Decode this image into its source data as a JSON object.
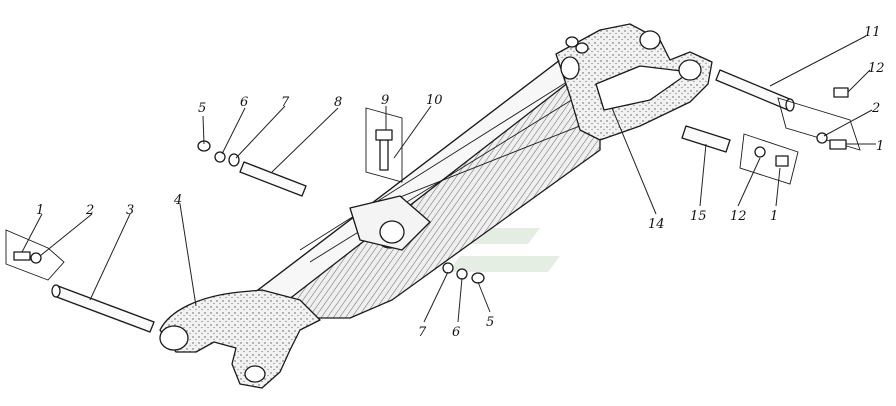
{
  "diagram": {
    "callouts": [
      {
        "id": "c1-left",
        "label": "1"
      },
      {
        "id": "c2-left",
        "label": "2"
      },
      {
        "id": "c3",
        "label": "3"
      },
      {
        "id": "c4",
        "label": "4"
      },
      {
        "id": "c5-top",
        "label": "5"
      },
      {
        "id": "c6-top",
        "label": "6"
      },
      {
        "id": "c7-top",
        "label": "7"
      },
      {
        "id": "c8",
        "label": "8"
      },
      {
        "id": "c9",
        "label": "9"
      },
      {
        "id": "c10",
        "label": "10"
      },
      {
        "id": "c7-bottom",
        "label": "7"
      },
      {
        "id": "c6-bottom",
        "label": "6"
      },
      {
        "id": "c5-bottom",
        "label": "5"
      },
      {
        "id": "c14",
        "label": "14"
      },
      {
        "id": "c15",
        "label": "15"
      },
      {
        "id": "c12-mid",
        "label": "12"
      },
      {
        "id": "c1-mid",
        "label": "1"
      },
      {
        "id": "c11",
        "label": "11"
      },
      {
        "id": "c12-right",
        "label": "12"
      },
      {
        "id": "c2-right",
        "label": "2"
      },
      {
        "id": "c1-right",
        "label": "1"
      }
    ]
  },
  "colors": {
    "ink": "#1a1a1a",
    "paper": "#ffffff",
    "casting": "#e9e9e9",
    "watermark": "#d9e6d5"
  }
}
